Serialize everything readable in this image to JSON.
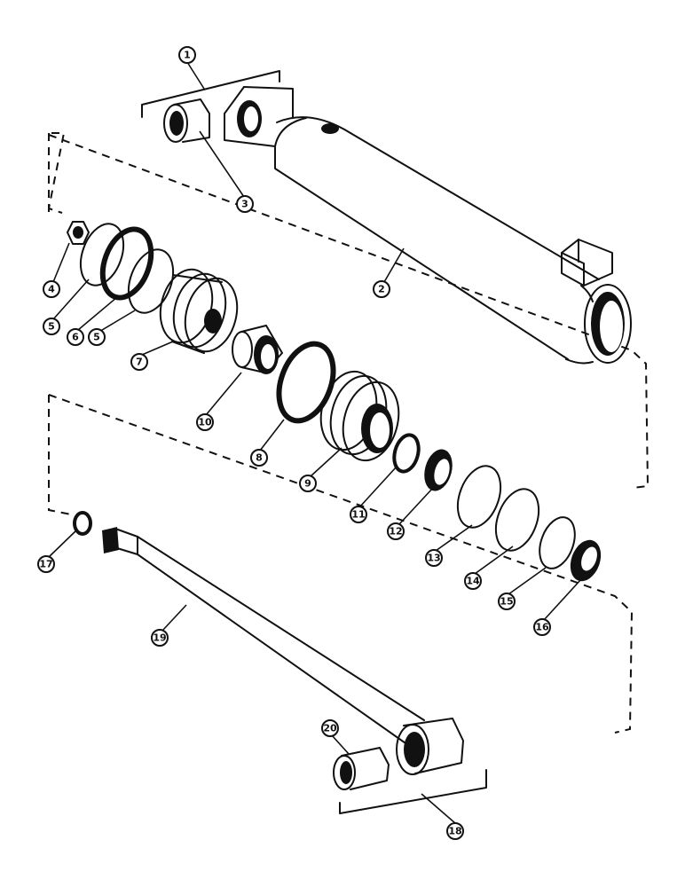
{
  "diagram": {
    "callouts": {
      "c1": "1",
      "c2": "2",
      "c3": "3",
      "c4": "4",
      "c5a": "5",
      "c5b": "5",
      "c6": "6",
      "c7": "7",
      "c8": "8",
      "c9": "9",
      "c10": "10",
      "c11": "11",
      "c12": "12",
      "c13": "13",
      "c14": "14",
      "c15": "15",
      "c16": "16",
      "c17": "17",
      "c18": "18",
      "c19": "19",
      "c20": "20"
    }
  }
}
